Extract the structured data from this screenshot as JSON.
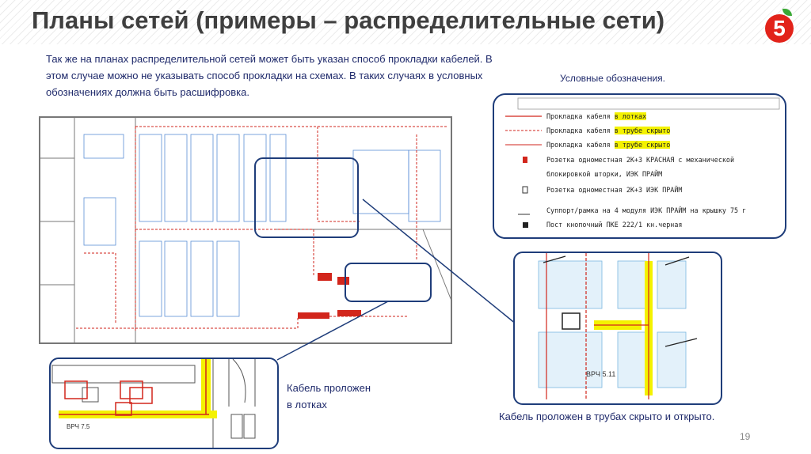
{
  "header": {
    "title": "Планы сетей (примеры – распределительные сети)",
    "logo_text": "5"
  },
  "intro_text": "Так же на планах распределительной сетей может быть указан способ прокладки кабелей. В этом случае можно не указывать способ прокладки на схемах.  В таких случаях в условных обозначениях должна быть расшифровка.",
  "legend": {
    "caption": "Условные обозначения.",
    "rows": [
      {
        "prefix": "Прокладка кабеля ",
        "highlight": "в лотках",
        "suffix": ""
      },
      {
        "prefix": "Прокладка кабеля ",
        "highlight": "в трубе скрыто",
        "suffix": ""
      },
      {
        "prefix": "Прокладка кабеля ",
        "highlight": "в трубе скрыто",
        "suffix": ""
      },
      {
        "prefix": "Розетка одноместная 2К+З КРАСНАЯ с механической",
        "highlight": "",
        "suffix": ""
      },
      {
        "prefix": "блокировкой шторки,  ИЭК ПРАЙМ",
        "highlight": "",
        "suffix": ""
      },
      {
        "prefix": "Розетка одноместная 2К+З    ИЭК ПРАЙМ",
        "highlight": "",
        "suffix": ""
      },
      {
        "prefix": "Суппорт/рамка на 4 модуля ИЭК ПРАЙМ на крышку 75 г",
        "highlight": "",
        "suffix": ""
      },
      {
        "prefix": "Пост кнопочный ПКЕ 222/1 кн.черная",
        "highlight": "",
        "suffix": ""
      }
    ]
  },
  "zoom_trays": {
    "caption_line1": "Кабель проложен",
    "caption_line2": "в лотках",
    "label": "ВРЧ 7.5"
  },
  "zoom_pipes": {
    "caption": "Кабель проложен в трубах скрыто и открыто.",
    "label": "ВРЧ 5.11"
  },
  "page_number": "19",
  "colors": {
    "accent": "#1f3d7a",
    "cable": "#d2261c",
    "highlight": "#f4f200",
    "text": "#1f2a6b"
  }
}
